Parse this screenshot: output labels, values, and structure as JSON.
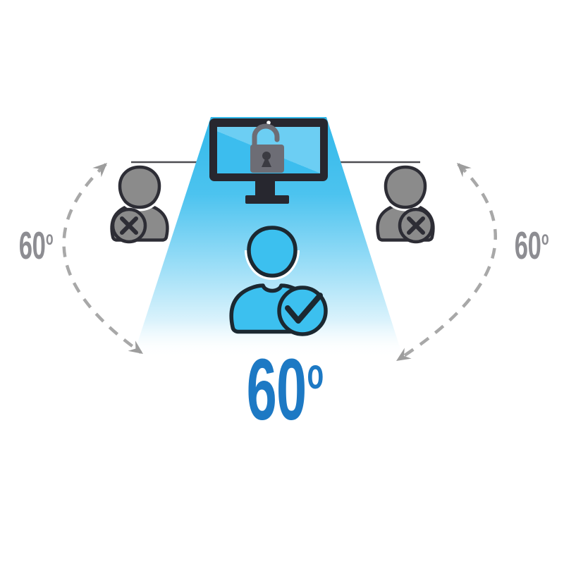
{
  "figure": {
    "angle_labels": {
      "left": {
        "value": "60",
        "degree_mark": "o"
      },
      "right": {
        "value": "60",
        "degree_mark": "o"
      },
      "bottom": {
        "value": "60",
        "degree_mark": "o"
      }
    },
    "colors": {
      "background": "#ffffff",
      "cone_top": "#33b9ea",
      "cone_fade": "#ffffff",
      "screen_blue": "#3cbdee",
      "screen_highlight": "#6ccef3",
      "monitor_frame": "#27272f",
      "lock_body": "#6d6d75",
      "lock_keyhole": "#3b3b42",
      "webcam_dot": "#ffffff",
      "person_gray": "#8b8b8b",
      "person_gray_outline": "#2d2d35",
      "person_blue": "#3cc0ef",
      "person_blue_outline": "#1b2831",
      "halo_white": "#ffffff",
      "dash_gray": "#a8a8a8",
      "arrow_gray": "#9d9d9d",
      "sight_line": "#4d4d52",
      "angle_text_gray": "#8d8d92",
      "angle_text_blue": "#1d79c4"
    },
    "icons": {
      "monitor": "monitor-icon",
      "padlock": "unlocked-padlock-icon",
      "webcam": "webcam-dot-icon",
      "allowed_viewer": "person-check-icon",
      "blocked_viewer_left": "person-x-icon",
      "blocked_viewer_right": "person-x-icon",
      "check": "check-icon",
      "cross": "x-icon",
      "left_arc": "dashed-arc-arrow-icon",
      "right_arc": "dashed-arc-arrow-icon"
    }
  }
}
